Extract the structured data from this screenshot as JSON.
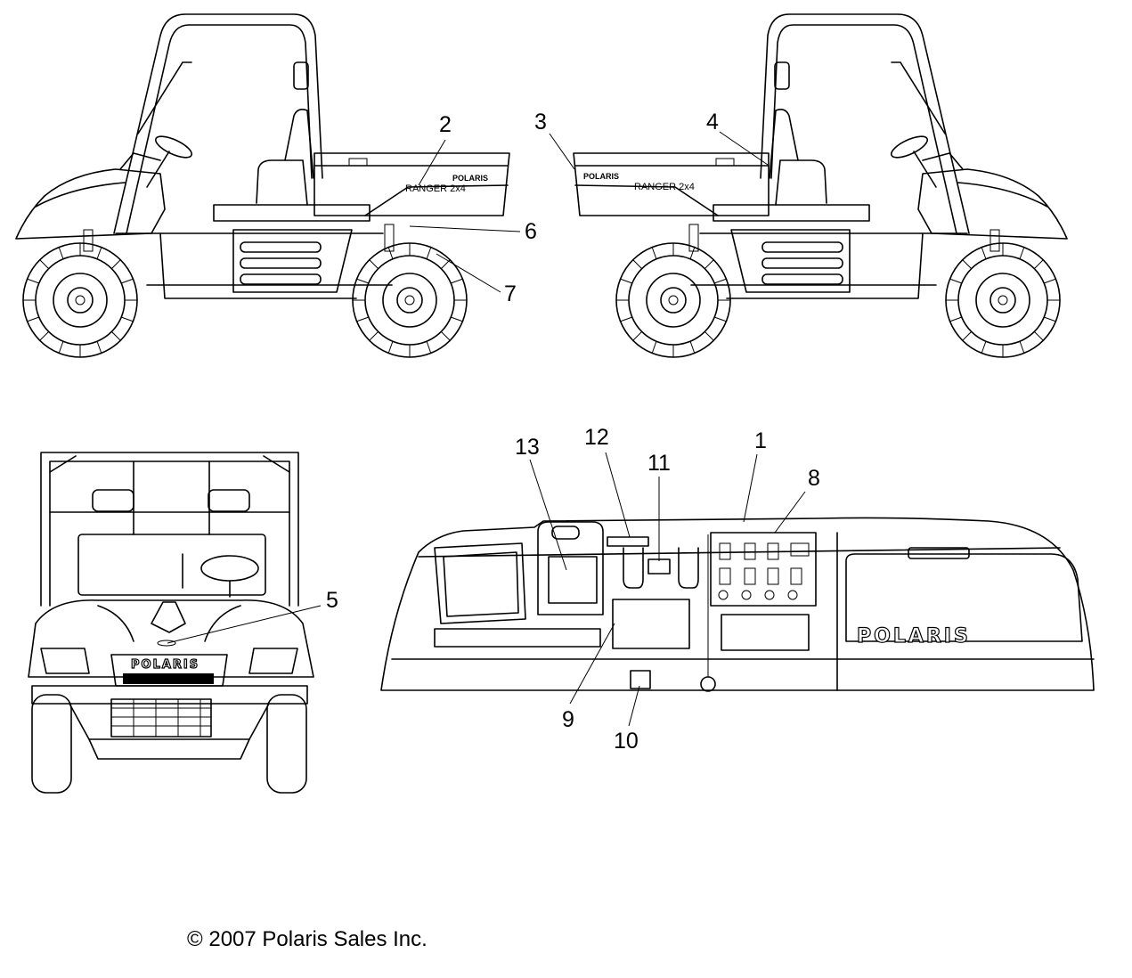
{
  "callouts": {
    "c1": "1",
    "c2": "2",
    "c3": "3",
    "c4": "4",
    "c5": "5",
    "c6": "6",
    "c7": "7",
    "c8": "8",
    "c9": "9",
    "c10": "10",
    "c11": "11",
    "c12": "12",
    "c13": "13"
  },
  "decal_text": {
    "ranger_left": "RANGER  2x4",
    "ranger_right": "RANGER  2x4",
    "brand_small_left": "POLARIS",
    "brand_small_right": "POLARIS",
    "brand_front": "POLARIS",
    "brand_dash": "POLARIS"
  },
  "copyright": "© 2007 Polaris Sales Inc."
}
